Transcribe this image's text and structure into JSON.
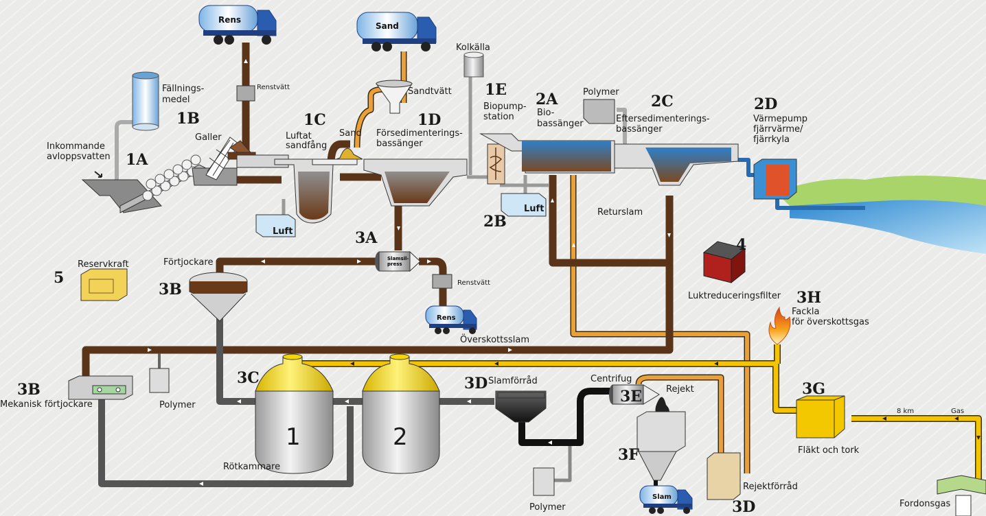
{
  "colors": {
    "background": "#ebebe9",
    "sludge_pipe": "#5a3418",
    "gas_pipe": "#f5c400",
    "return_pipe": "#e8a13a",
    "digested_pipe": "#555555",
    "dewatered_pipe": "#111111",
    "water": "#3b8fd3"
  },
  "inlet": {
    "number": "1A",
    "label": [
      "Inkommande",
      "avloppsvatten"
    ],
    "chemical": [
      "Fällnings-",
      "medel"
    ]
  },
  "screen": {
    "number": "1B",
    "label": "Galler",
    "wash": "Renstvätt",
    "truck": "Rens"
  },
  "grit": {
    "number": "1C",
    "label": [
      "Luftat",
      "sandfång"
    ],
    "sand": "Sand",
    "air": "Luft",
    "wash": "Sandtvätt",
    "truck": "Sand"
  },
  "primary": {
    "number": "1D",
    "label": [
      "Försedimenterings-",
      "bassänger"
    ]
  },
  "biopump": {
    "number": "1E",
    "label": [
      "Biopump-",
      "station"
    ],
    "carbon": "Kolkälla"
  },
  "bio": {
    "number": "2A",
    "label": [
      "Bio-",
      "bassänger"
    ],
    "air_number": "2B",
    "air": "Luft",
    "polymer": "Polymer",
    "return": "Returslam"
  },
  "secondary": {
    "number": "2C",
    "label": [
      "Eftersedimenterings-",
      "bassänger"
    ]
  },
  "heatpump": {
    "number": "2D",
    "label": [
      "Värmepump",
      "fjärrvärme/",
      "fjärrkyla"
    ]
  },
  "sludge_press": {
    "number": "3A",
    "label": [
      "Slamsil-",
      "press"
    ],
    "wash": "Renstvätt",
    "truck": "Rens",
    "excess": "Överskottsslam"
  },
  "thickener": {
    "number": "3B",
    "label": "Förtjockare"
  },
  "mech_thickener": {
    "number": "3B",
    "label": "Mekanisk förtjockare",
    "polymer": "Polymer"
  },
  "digesters": {
    "number": "3C",
    "label": "Rötkammare",
    "units": [
      "1",
      "2"
    ]
  },
  "storage": {
    "number": "3D",
    "label": "Slamförråd",
    "polymer": "Polymer"
  },
  "centrifuge": {
    "number": "3E",
    "label": "Centrifug",
    "reject": "Rejekt"
  },
  "sludge_out": {
    "number": "3F",
    "truck": "Slam"
  },
  "reject_storage": {
    "number": "3D",
    "label": "Rejektförråd"
  },
  "fan": {
    "number": "3G",
    "label": "Fläkt och tork",
    "distance": "8 km",
    "gas": "Gas",
    "vehicle_gas": "Fordonsgas"
  },
  "flare": {
    "number": "3H",
    "label": [
      "Fackla",
      "för överskottsgas"
    ]
  },
  "odor": {
    "number": "4",
    "label": "Luktreduceringsfilter"
  },
  "backup": {
    "number": "5",
    "label": "Reservkraft"
  }
}
